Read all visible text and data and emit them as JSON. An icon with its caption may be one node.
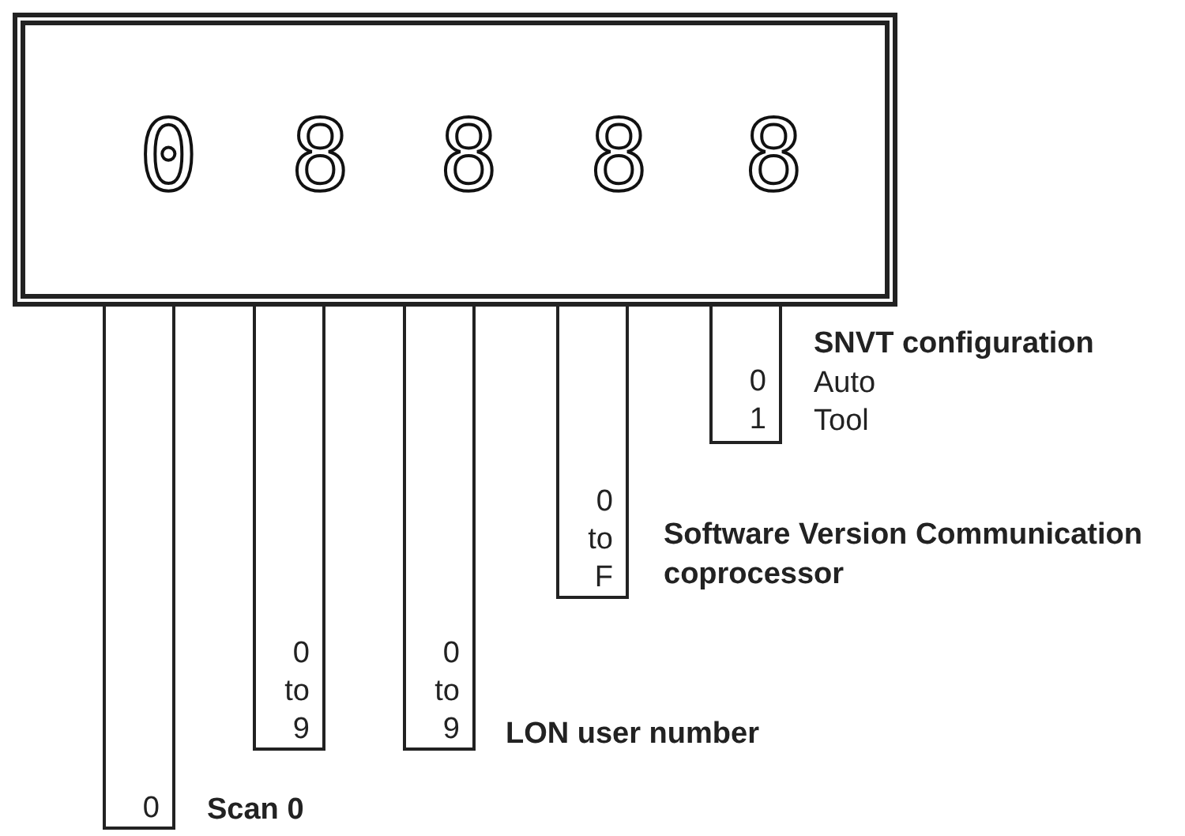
{
  "diagram": {
    "nodes": [
      {
        "text": [
          "0",
          "8",
          "8",
          "8",
          "8"
        ]
      },
      {
        "text": [
          "0"
        ],
        "beside": [
          "Scan 0"
        ]
      },
      {
        "text": [
          "0 to 9"
        ]
      },
      {
        "text": [
          "0 to 9"
        ],
        "beside": [
          "LON user number"
        ]
      },
      {
        "text": [
          "0 to F"
        ],
        "beside": [
          "Software Version Communication coprocessor"
        ]
      },
      {
        "text": [
          "0",
          "1"
        ],
        "beside": [
          "SNVT configuration",
          "Auto",
          "Tool"
        ]
      }
    ]
  }
}
